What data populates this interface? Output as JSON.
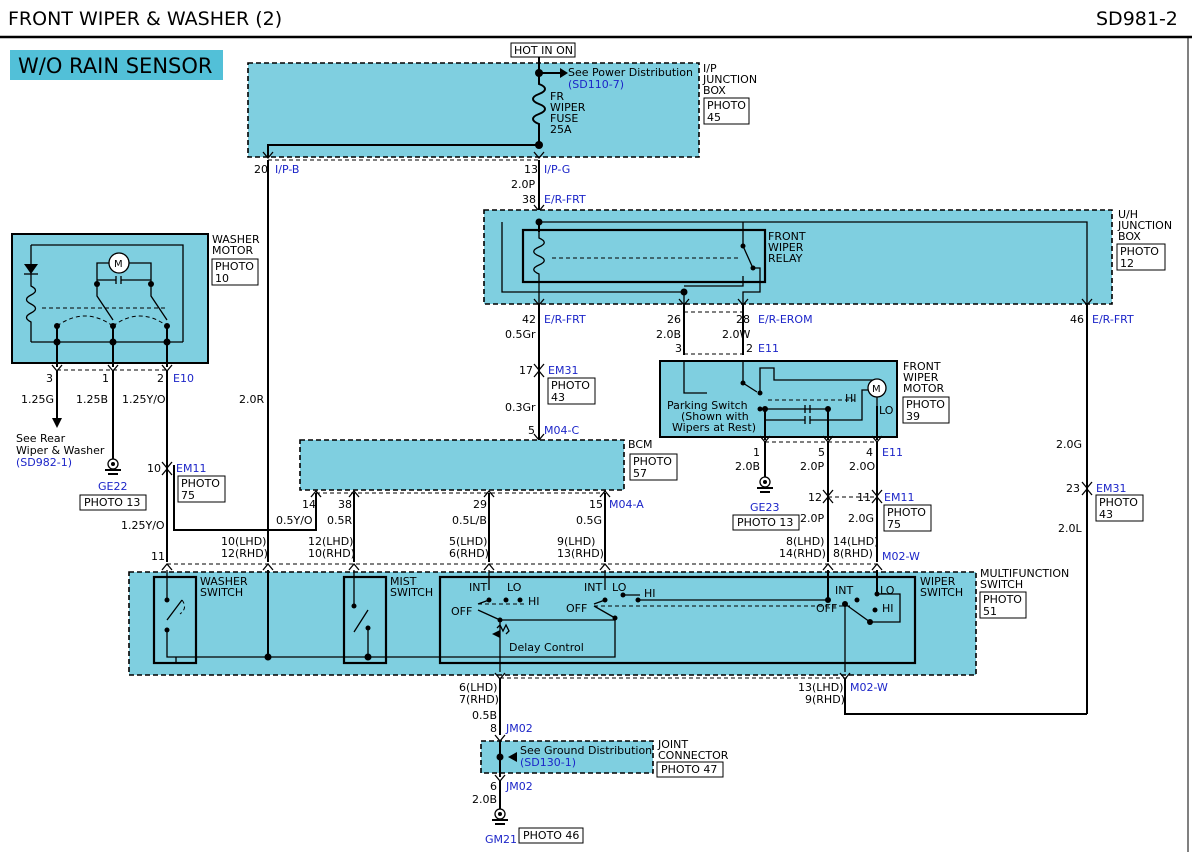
{
  "header": {
    "title": "FRONT WIPER & WASHER (2)",
    "code": "SD981-2"
  },
  "variant_label": "W/O RAIN SENSOR",
  "hot_label": "HOT IN ON",
  "colors": {
    "component_fill": "#7fcfe0",
    "link_text": "#1c25c8",
    "wire": "#000000"
  },
  "ip_junction": {
    "title": [
      "I/P",
      "JUNCTION",
      "BOX"
    ],
    "photo": [
      "PHOTO",
      "45"
    ],
    "see_power": "See Power Distribution",
    "see_power_ref": "(SD110-7)",
    "fuse": [
      "FR",
      "WIPER",
      "FUSE",
      "25A"
    ],
    "pin_left": "20",
    "conn_left": "I/P-B",
    "pin_right": "13",
    "conn_right": "I/P-G"
  },
  "uh_junction": {
    "title": [
      "U/H",
      "JUNCTION",
      "BOX"
    ],
    "photo": [
      "PHOTO",
      "12"
    ],
    "relay": [
      "FRONT",
      "WIPER",
      "RELAY"
    ],
    "wire_in": "2.0P",
    "pin_in": "38",
    "conn_in": "E/R-FRT",
    "pin_42": "42",
    "conn_42": "E/R-FRT",
    "pin_26": "26",
    "pin_28": "28",
    "conn_28": "E/R-EROM",
    "pin_46": "46",
    "conn_46": "E/R-FRT"
  },
  "washer_motor": {
    "title": [
      "WASHER",
      "MOTOR"
    ],
    "photo": [
      "PHOTO",
      "10"
    ],
    "motor": "M",
    "pins": [
      "3",
      "1",
      "2"
    ],
    "conn": "E10",
    "wires": [
      "1.25G",
      "1.25B",
      "1.25Y/O"
    ],
    "see_rear": [
      "See Rear",
      "Wiper & Washer"
    ],
    "see_rear_ref": "(SD982-1)"
  },
  "ge22": {
    "label": "GE22",
    "photo": "PHOTO 13"
  },
  "em11_left": {
    "pin": "10",
    "conn": "EM11",
    "photo": [
      "PHOTO",
      "75"
    ],
    "wire": "1.25Y/O",
    "pin_bottom": "11"
  },
  "wire_20r": "2.0R",
  "em31_mid": {
    "pin": "17",
    "conn": "EM31",
    "photo": [
      "PHOTO",
      "43"
    ],
    "wire_top": "0.5Gr",
    "wire_bottom": "0.3Gr"
  },
  "bcm": {
    "title": "BCM",
    "photo": [
      "PHOTO",
      "57"
    ],
    "pin_top": "5",
    "conn_top": "M04-C",
    "pins": [
      "14",
      "38",
      "29",
      "15"
    ],
    "conn_bottom": "M04-A",
    "wires": [
      "0.5Y/O",
      "0.5R",
      "0.5L/B",
      "0.5G"
    ]
  },
  "e11": {
    "wires": [
      "2.0B",
      "2.0W"
    ],
    "pins": [
      "3",
      "2"
    ],
    "conn": "E11"
  },
  "front_wiper_motor": {
    "title": [
      "FRONT",
      "WIPER",
      "MOTOR"
    ],
    "photo": [
      "PHOTO",
      "39"
    ],
    "parking": [
      "Parking Switch",
      "(Shown with",
      "Wipers at Rest)"
    ],
    "motor": "M",
    "hi": "HI",
    "lo": "LO",
    "pins": [
      "1",
      "5",
      "4"
    ],
    "conn": "E11",
    "wires": [
      "2.0B",
      "2.0P",
      "2.0O"
    ]
  },
  "ge23": {
    "label": "GE23",
    "photo": "PHOTO 13"
  },
  "em11_right": {
    "pins": [
      "12",
      "11"
    ],
    "conn": "EM11",
    "photo": [
      "PHOTO",
      "75"
    ],
    "wires": [
      "2.0P",
      "2.0G"
    ]
  },
  "em31_right": {
    "wire_top": "2.0G",
    "pin": "23",
    "conn": "EM31",
    "photo": [
      "PHOTO",
      "43"
    ],
    "wire_bottom": "2.0L"
  },
  "mfs_pins": {
    "p1": [
      "10(LHD)",
      "12(RHD)"
    ],
    "p2": [
      "12(LHD)",
      "10(RHD)"
    ],
    "p3": [
      "5(LHD)",
      "6(RHD)"
    ],
    "p4": [
      "9(LHD)",
      "13(RHD)"
    ],
    "p5": [
      "8(LHD)",
      "14(RHD)"
    ],
    "p6": [
      "14(LHD)",
      "8(RHD)"
    ],
    "conn": "M02-W"
  },
  "multifunction": {
    "title": [
      "MULTIFUNCTION",
      "SWITCH"
    ],
    "photo": [
      "PHOTO",
      "51"
    ],
    "washer": [
      "WASHER",
      "SWITCH"
    ],
    "mist": [
      "MIST",
      "SWITCH"
    ],
    "wiper": [
      "WIPER",
      "SWITCH"
    ],
    "int": "INT",
    "lo": "LO",
    "hi": "HI",
    "off": "OFF",
    "delay": "Delay Control"
  },
  "mfs_bottom": {
    "left_pins": [
      "6(LHD)",
      "7(RHD)"
    ],
    "wire": "0.5B",
    "right_pins": [
      "13(LHD)",
      "9(RHD)"
    ],
    "conn": "M02-W"
  },
  "joint": {
    "pin_top": "8",
    "conn": "JM02",
    "title": [
      "JOINT",
      "CONNECTOR"
    ],
    "photo": "PHOTO 47",
    "see": "See Ground Distribution",
    "see_ref": "(SD130-1)",
    "pin_bottom": "6",
    "wire": "2.0B"
  },
  "gm21": {
    "label": "GM21",
    "photo": "PHOTO 46"
  }
}
